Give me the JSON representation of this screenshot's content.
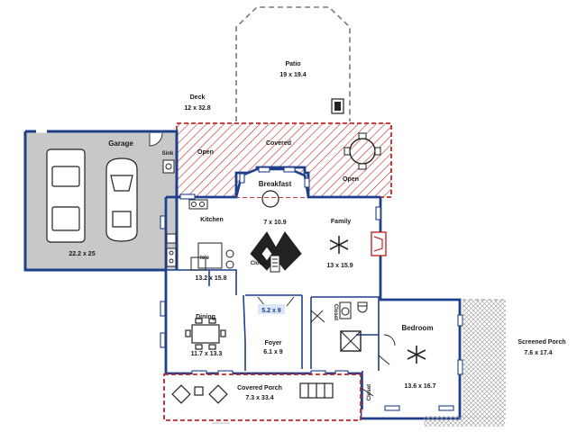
{
  "rooms": {
    "patio": {
      "name": "Patio",
      "size": "19 x 19.4"
    },
    "deck": {
      "name": "Deck",
      "size": "12 x 32.8"
    },
    "garage": {
      "name": "Garage",
      "size": "22.2 x 25",
      "sink": "Sink"
    },
    "covered": {
      "name": "Covered",
      "open_left": "Open",
      "open_right": "Open"
    },
    "breakfast": {
      "name": "Breakfast",
      "size": "7 x 10.9"
    },
    "kitchen": {
      "name": "Kitchen",
      "size": "13.2 x 15.8",
      "isle": "Isle",
      "closet": "Closet"
    },
    "family": {
      "name": "Family",
      "size": "13 x 15.9"
    },
    "foyer_closet": {
      "size": "5.2 x 9"
    },
    "closet_mid": {
      "name": "Closet"
    },
    "dining": {
      "name": "Dining",
      "size": "11.7 x 13.3"
    },
    "foyer": {
      "name": "Foyer",
      "size": "6.1 x 9"
    },
    "bedroom": {
      "name": "Bedroom",
      "size": "13.6 x 16.7",
      "closet": "Closet"
    },
    "screened_porch": {
      "name": "Screened Porch",
      "size": "7.6 x 17.4"
    },
    "covered_porch": {
      "name": "Covered Porch",
      "size": "7.3 x 33.4"
    }
  },
  "colors": {
    "wall": "#1f3f8a",
    "garage_fill": "#c8c8c8",
    "hatch_red": "#c0262a",
    "dashed": "#7a7a7a",
    "screen_hatch": "#9a9a9a"
  }
}
